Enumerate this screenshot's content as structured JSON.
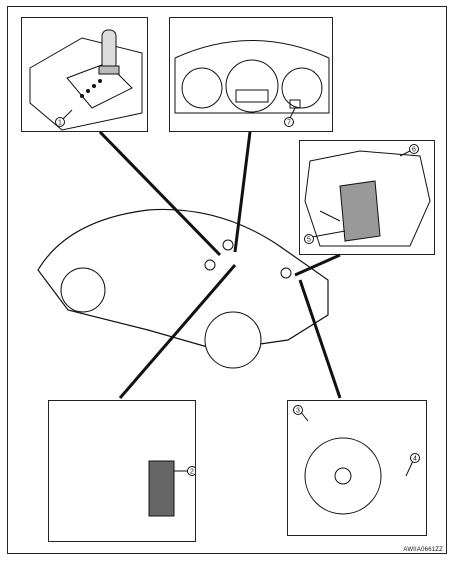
{
  "figure_code": "AWIIA0661ZZ",
  "callouts": {
    "c1": "1",
    "c2": "2",
    "c3": "3",
    "c4": "4",
    "c5": "5",
    "c6": "6",
    "c7": "7"
  },
  "colors": {
    "line": "#111111",
    "grey": "#8a8a8a",
    "dark": "#333333"
  }
}
